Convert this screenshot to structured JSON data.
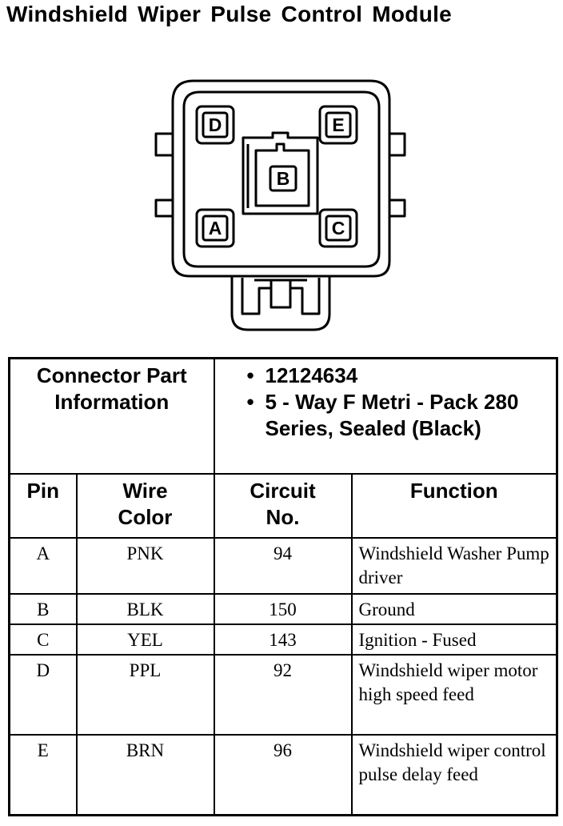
{
  "title": "Windshield Wiper Pulse Control Module",
  "connector": {
    "pins": {
      "top_left": "D",
      "top_right": "E",
      "center": "B",
      "bottom_left": "A",
      "bottom_right": "C"
    }
  },
  "part_info": {
    "label_line1": "Connector Part",
    "label_line2": "Information",
    "items": [
      "12124634",
      "5 - Way F Metri - Pack 280 Series, Sealed (Black)"
    ]
  },
  "columns": {
    "pin": "Pin",
    "wire_color_line1": "Wire",
    "wire_color_line2": "Color",
    "circuit_line1": "Circuit",
    "circuit_line2": "No.",
    "function": "Function"
  },
  "rows": [
    {
      "pin": "A",
      "color": "PNK",
      "circuit": "94",
      "function": "Windshield Washer Pump driver"
    },
    {
      "pin": "B",
      "color": "BLK",
      "circuit": "150",
      "function": "Ground"
    },
    {
      "pin": "C",
      "color": "YEL",
      "circuit": "143",
      "function": "Ignition - Fused"
    },
    {
      "pin": "D",
      "color": "PPL",
      "circuit": "92",
      "function": "Windshield wiper motor high speed feed"
    },
    {
      "pin": "E",
      "color": "BRN",
      "circuit": "96",
      "function": "Windshield wiper control pulse delay feed"
    }
  ]
}
